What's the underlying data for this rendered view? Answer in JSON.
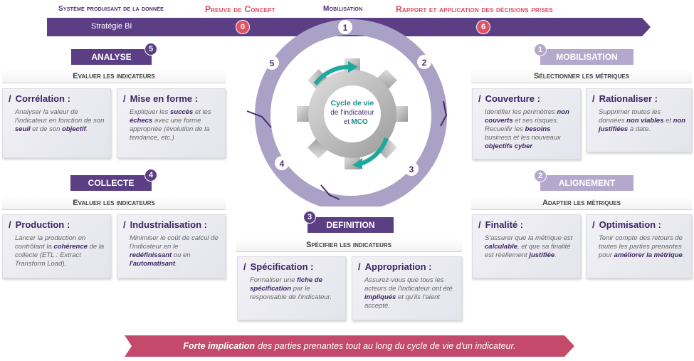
{
  "phases": {
    "systeme": "Système produisant de la donnée",
    "preuve": "Preuve de Concept",
    "mobilisation": "Mobilisation",
    "rapport": "Rapport et application des décisions prises"
  },
  "banner": {
    "label": "Stratégie BI",
    "num0": "0",
    "num1": "1",
    "num6": "6"
  },
  "cycle": {
    "title": "Cycle de vie",
    "line2": "de l'indicateur",
    "line3": "et",
    "mco": "MCO",
    "nums": [
      "1",
      "2",
      "3",
      "4",
      "5"
    ]
  },
  "analyse": {
    "tag": "ANALYSE",
    "num": "5",
    "header": "Evaluer les indicateurs",
    "cards": [
      {
        "title": "Corrélation :",
        "p1": "Analyser la valeur de l'indicateur en fonction de son ",
        "b1": "seuil",
        "p2": " et de son ",
        "b2": "objectif",
        "p3": "."
      },
      {
        "title": "Mise en forme :",
        "p1": "Expliquer les ",
        "b1": "succès",
        "p2": " et les ",
        "b2": "échecs",
        "p3": " avec une forme appropriée (évolution de la tendance, etc.)"
      }
    ]
  },
  "collecte": {
    "tag": "COLLECTE",
    "num": "4",
    "header": "Evaluer les indicateurs",
    "cards": [
      {
        "title": "Production :",
        "p1": "Lancer la production en contrôlant la ",
        "b1": "cohérence",
        "p2": " de la collecte (ETL : Extract Transform Load)."
      },
      {
        "title": "Industrialisation :",
        "p1": "Minimiser le coût de calcul de l'indicateur en le ",
        "b1": "redéfinissant",
        "p2": " ou en ",
        "b2": "l'automatisant",
        "p3": "."
      }
    ]
  },
  "definition": {
    "tag": "DEFINITION",
    "num": "3",
    "header": "Spécifier les indicateurs",
    "cards": [
      {
        "title": "Spécification :",
        "p1": "Formaliser une ",
        "b1": "fiche de spécification",
        "p2": " par le responsable de l'indicateur."
      },
      {
        "title": "Appropriation :",
        "p1": "Assurez-vous que tous les acteurs de l'indicateur ont été ",
        "b1": "impliqués",
        "p2": " et qu'ils l'aient accepté."
      }
    ]
  },
  "mobilisation": {
    "tag": "MOBILISATION",
    "num": "1",
    "header": "Sélectionner les métriques",
    "cards": [
      {
        "title": "Couverture :",
        "p1": "Identifier les périmètres ",
        "b1": "non couverts",
        "p2": " et ses risques. Recueillir les ",
        "b2": "besoins",
        "p3": " business et les nouveaux ",
        "b3": "objectifs cyber"
      },
      {
        "title": "Rationaliser :",
        "p1": "Supprimer toutes les données ",
        "b1": "non viables",
        "p2": " et ",
        "b2": "non justifiées",
        "p3": " à date."
      }
    ]
  },
  "alignement": {
    "tag": "ALIGNEMENT",
    "num": "2",
    "header": "Adapter les métriques",
    "cards": [
      {
        "title": "Finalité :",
        "p1": "S'assurer que la métrique est ",
        "b1": "calculable",
        "p2": ", et que sa finalité est réellement ",
        "b2": "justifiée",
        "p3": "."
      },
      {
        "title": "Optimisation :",
        "p1": "Tenir compte des retours de toutes les parties prenantes pour ",
        "b1": "améliorer la métrique",
        "p2": "."
      }
    ]
  },
  "footer": {
    "bold": "Forte implication",
    "rest": "des parties prenantes tout au long du cycle de vie d'un indicateur."
  },
  "colors": {
    "dark_purple": "#5b3e84",
    "light_purple": "#b4a8cd",
    "teal": "#1fa7a0",
    "red": "#e05263",
    "footer": "#c44a6c"
  }
}
